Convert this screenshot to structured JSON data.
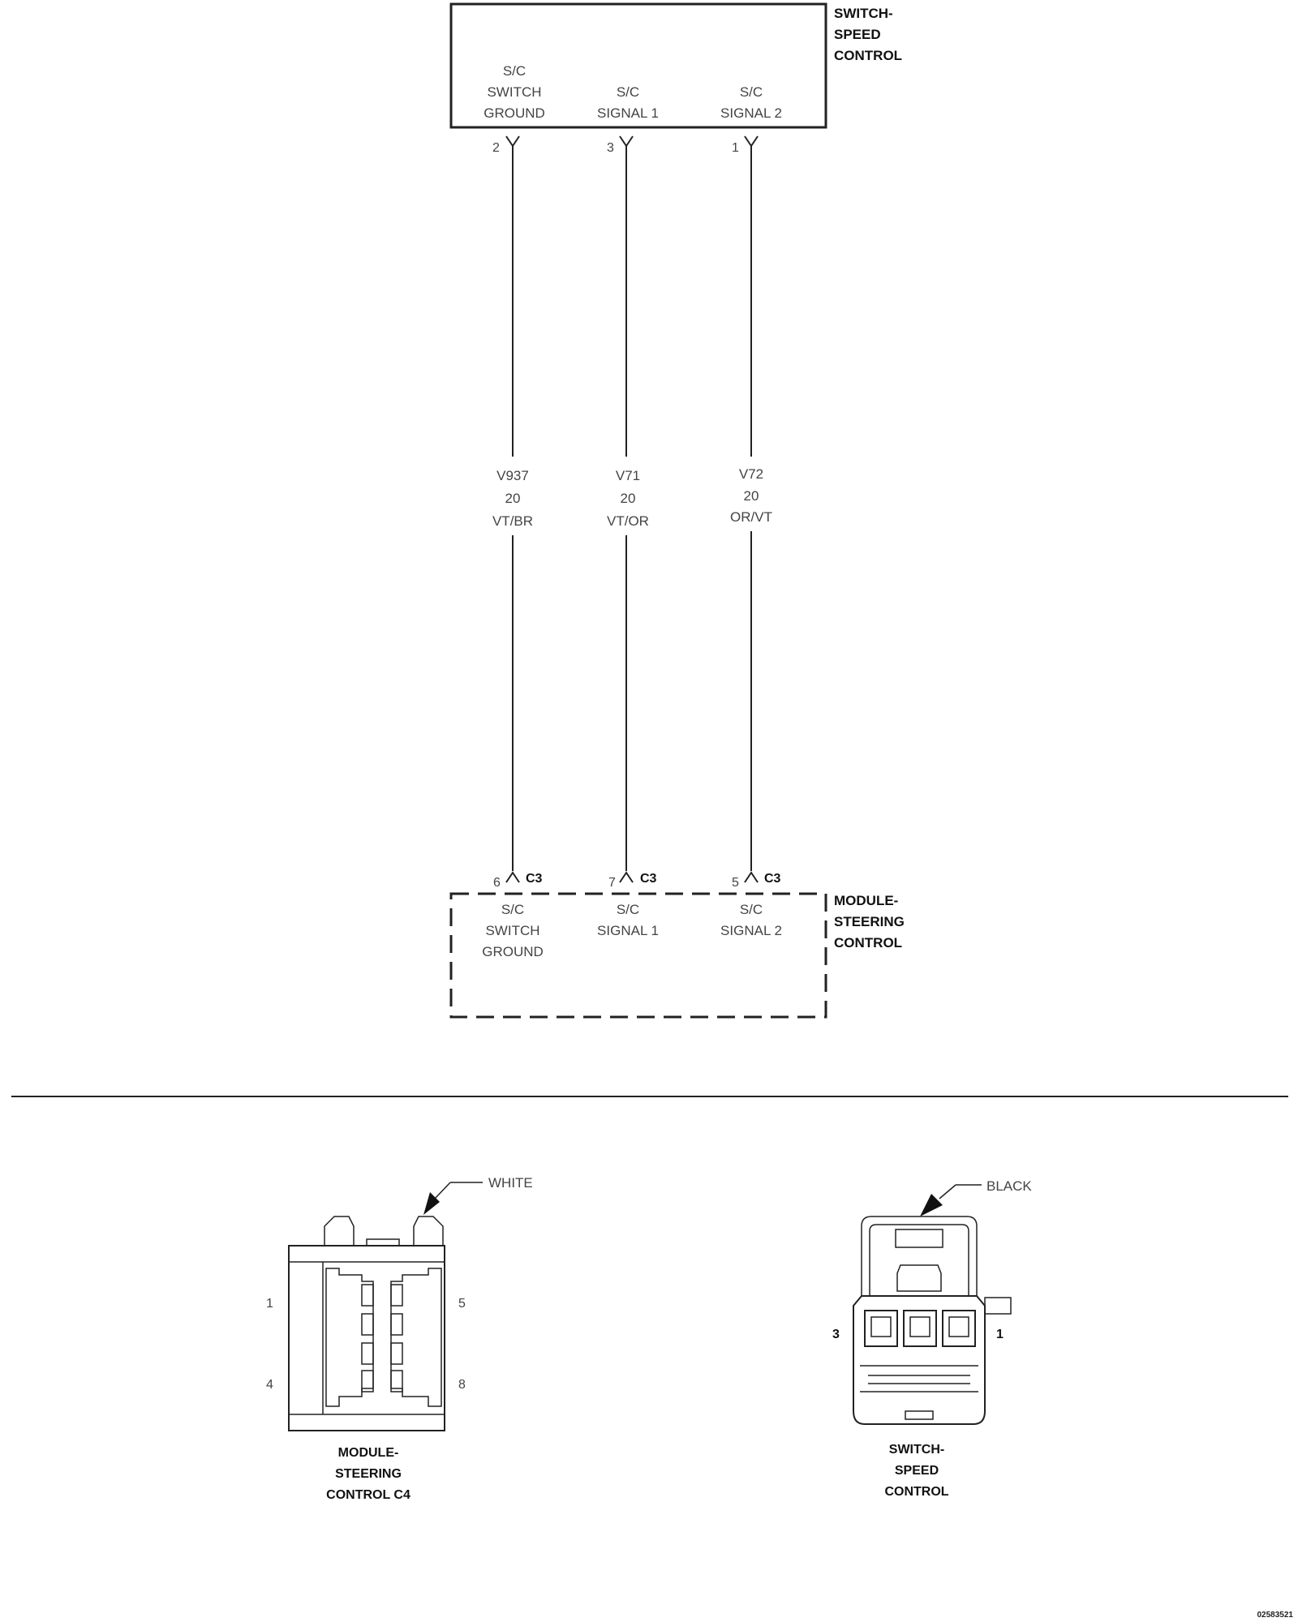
{
  "switch_speed_control": {
    "title": [
      "SWITCH-",
      "SPEED",
      "CONTROL"
    ],
    "pins": [
      {
        "pin": "2",
        "label": [
          "S/C",
          "SWITCH",
          "GROUND"
        ]
      },
      {
        "pin": "3",
        "label": [
          "S/C",
          "SIGNAL 1"
        ]
      },
      {
        "pin": "1",
        "label": [
          "S/C",
          "SIGNAL 2"
        ]
      }
    ]
  },
  "wires": [
    {
      "circuit": "V937",
      "gauge": "20",
      "color": "VT/BR"
    },
    {
      "circuit": "V71",
      "gauge": "20",
      "color": "VT/OR"
    },
    {
      "circuit": "V72",
      "gauge": "20",
      "color": "OR/VT"
    }
  ],
  "module_steering_control": {
    "title": [
      "MODULE-",
      "STEERING",
      "CONTROL"
    ],
    "connector": "C3",
    "pins": [
      {
        "pin": "6",
        "label": [
          "S/C",
          "SWITCH",
          "GROUND"
        ]
      },
      {
        "pin": "7",
        "label": [
          "S/C",
          "SIGNAL 1"
        ]
      },
      {
        "pin": "5",
        "label": [
          "S/C",
          "SIGNAL 2"
        ]
      }
    ]
  },
  "connector_views": {
    "module_c4": {
      "color_label": "WHITE",
      "pin_labels": [
        "1",
        "5",
        "4",
        "8"
      ],
      "caption": [
        "MODULE-",
        "STEERING",
        "CONTROL C4"
      ]
    },
    "switch": {
      "color_label": "BLACK",
      "pin_labels": [
        "3",
        "1"
      ],
      "caption": [
        "SWITCH-",
        "SPEED",
        "CONTROL"
      ]
    }
  },
  "figure_id": "02583521"
}
